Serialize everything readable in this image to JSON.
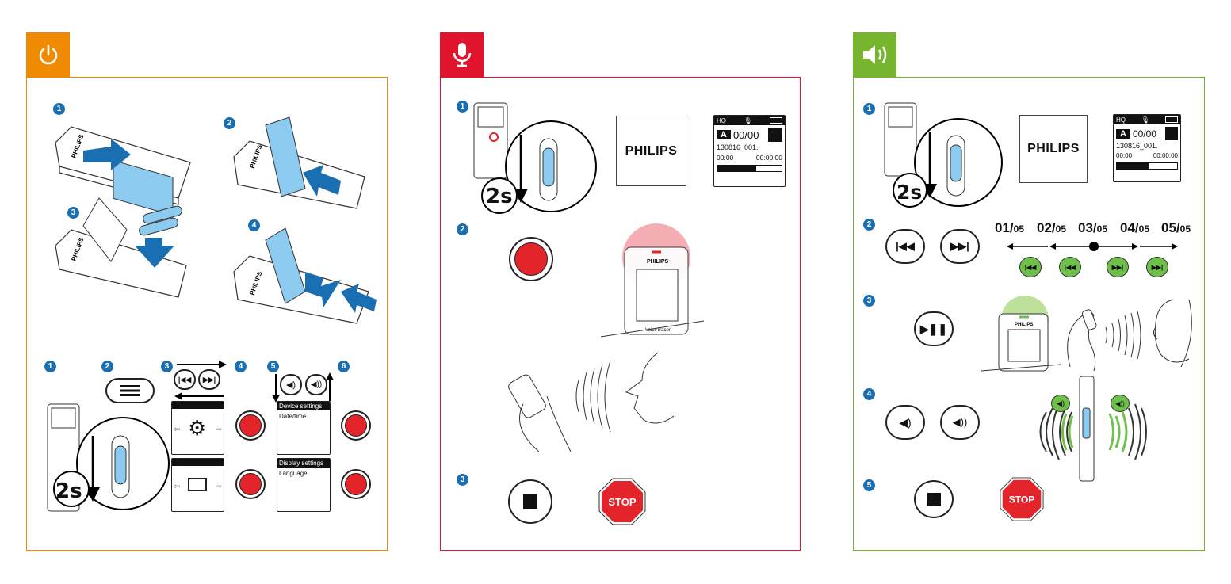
{
  "colors": {
    "power": "#f08a00",
    "record": "#e0142d",
    "play": "#78b52f",
    "step": "#1a6fb3",
    "button_red": "#e3242b",
    "track_green": "#6fc04a"
  },
  "panels": {
    "power": {
      "icon": "power-icon"
    },
    "record": {
      "icon": "microphone-icon"
    },
    "play": {
      "icon": "speaker-icon"
    }
  },
  "steps": {
    "s1": "1",
    "s2": "2",
    "s3": "3",
    "s4": "4",
    "s5": "5",
    "s6": "6"
  },
  "brand": "PHILIPS",
  "hold_label": "2s",
  "device_label": "VoiceTracer",
  "stop_label": "STOP",
  "menu": {
    "device_settings": "Device settings",
    "date_time": "Date/time",
    "display_settings": "Display settings",
    "language": "Language"
  },
  "display": {
    "quality": "HQ",
    "folder": "A",
    "counter": "00/00",
    "filename": "130816_001.",
    "elapsed": "00:00",
    "total": "00:00:00"
  },
  "tracks": {
    "t1": "01/",
    "t2": "02/",
    "t3": "03/",
    "t4": "04/",
    "t5": "05/",
    "of": "05"
  }
}
